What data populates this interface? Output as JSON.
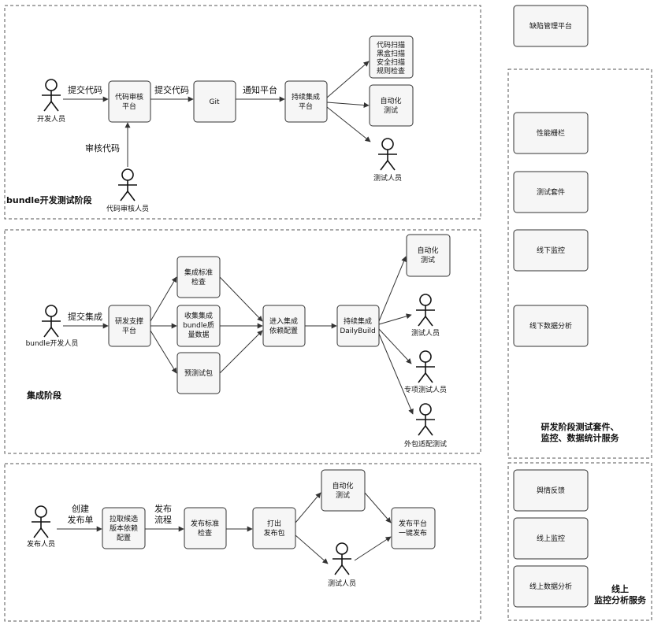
{
  "stages": [
    {
      "id": "dev",
      "label": "bundle开发测试阶段"
    },
    {
      "id": "integration",
      "label": "集成阶段"
    },
    {
      "id": "release",
      "label": ""
    }
  ],
  "side": {
    "top_box": "缺陷管理平台",
    "dev_service_items": [
      "性能栅栏",
      "测试套件",
      "线下监控",
      "线下数据分析"
    ],
    "dev_service_label": [
      "研发阶段测试套件、",
      "监控、数据统计服务"
    ],
    "online_service_items": [
      "舆情反馈",
      "线上监控",
      "线上数据分析"
    ],
    "online_service_label": [
      "线上",
      "监控分析服务"
    ]
  },
  "dev": {
    "developer": "开发人员",
    "reviewer": "代码审核人员",
    "tester": "测试人员",
    "review_platform": [
      "代码审核",
      "平台"
    ],
    "git": "Git",
    "ci_platform": [
      "持续集成",
      "平台"
    ],
    "scan": [
      "代码扫描",
      "黑盒扫描",
      "安全扫描",
      "规则检查"
    ],
    "auto_test": [
      "自动化",
      "测试"
    ],
    "edge_submit_1": "提交代码",
    "edge_submit_2": "提交代码",
    "edge_notify": "通知平台",
    "edge_review": "审核代码"
  },
  "integration": {
    "developer": "bundle开发人员",
    "edge_submit": "提交集成",
    "support_platform": [
      "研发支撑",
      "平台"
    ],
    "check_standard": [
      "集成标准",
      "检查"
    ],
    "collect_quality": [
      "收集集成",
      "bundle质",
      "量数据"
    ],
    "pretest_pkg": "预测试包",
    "enter_integration": [
      "进入集成",
      "依赖配置"
    ],
    "dailybuild": [
      "持续集成",
      "DailyBuild"
    ],
    "auto_test": [
      "自动化",
      "测试"
    ],
    "tester": "测试人员",
    "special_tester": "专项测试人员",
    "outsource_test": "外包适配测试"
  },
  "release": {
    "publisher": "发布人员",
    "edge_create": [
      "创建",
      "发布单"
    ],
    "pull_candidate": [
      "拉取候选",
      "版本依赖",
      "配置"
    ],
    "edge_flow": [
      "发布",
      "流程"
    ],
    "release_check": [
      "发布标准",
      "检查"
    ],
    "build_pkg": [
      "打出",
      "发布包"
    ],
    "auto_test": [
      "自动化",
      "测试"
    ],
    "tester": "测试人员",
    "one_click": [
      "发布平台",
      "一键发布"
    ]
  }
}
